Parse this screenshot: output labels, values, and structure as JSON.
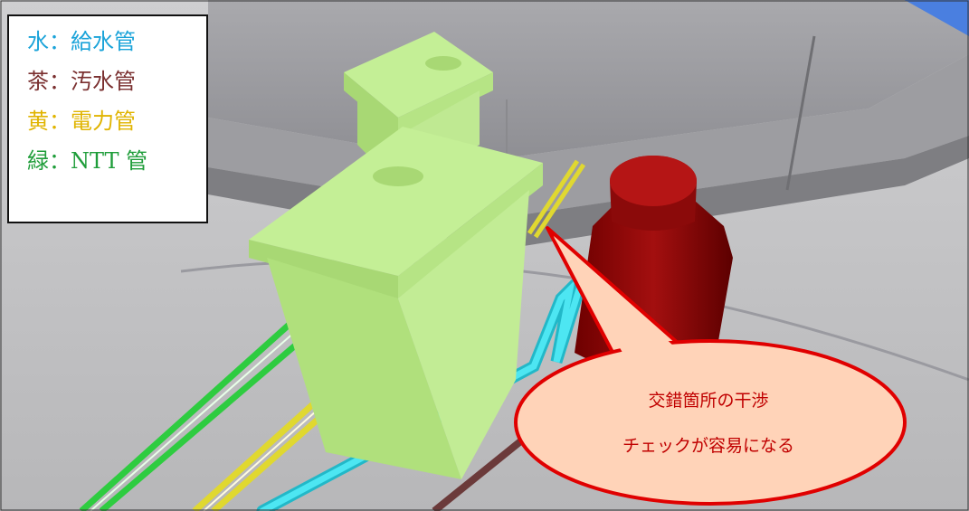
{
  "legend": {
    "items": [
      {
        "text": "水：給水管",
        "color": "#1aa3d9"
      },
      {
        "text": "茶：汚水管",
        "color": "#7a2f2f"
      },
      {
        "text": "黄：電力管",
        "color": "#e0b400"
      },
      {
        "text": "緑：NTT 管",
        "color": "#1f9d3a"
      }
    ]
  },
  "callout": {
    "line1": "交錯箇所の干渉",
    "line2": "チェックが容易になる",
    "text_color": "#c00000",
    "fill_color": "#ffd3b8",
    "border_color": "#e00000"
  },
  "colors": {
    "box_green": "#b8e98a",
    "cylinder_red": "#8b0a0a",
    "water_pipe": "#33d6e6",
    "power_pipe": "#e0e040",
    "ntt_pipe": "#2ecc40",
    "sewer_pipe": "#6b3a3a"
  }
}
